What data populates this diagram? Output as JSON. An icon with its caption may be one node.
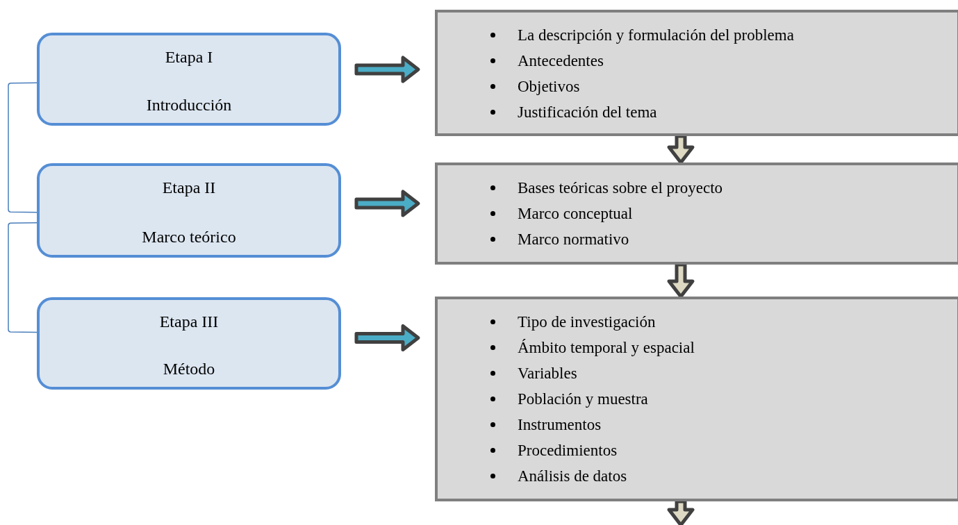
{
  "diagram": {
    "nodes": [
      {
        "text": [
          "Etapa I",
          "Introducción"
        ]
      },
      {
        "text": [
          "Etapa II",
          "Marco teórico"
        ]
      },
      {
        "text": [
          "Etapa III",
          "Método"
        ]
      },
      {
        "text": [
          "La descripción y formulación del problema",
          "Antecedentes",
          "Objetivos",
          "Justificación del tema"
        ]
      },
      {
        "text": [
          "Bases teóricas sobre el proyecto",
          "Marco conceptual",
          "Marco normativo"
        ]
      },
      {
        "text": [
          "Tipo de investigación",
          "Ámbito temporal y espacial",
          "Variables",
          "Población y muestra",
          "Instrumentos",
          "Procedimientos",
          "Análisis de datos"
        ]
      }
    ],
    "edges": [
      {
        "from": 0,
        "to": 3,
        "arrow": "to",
        "style": "thick",
        "color": "#4bacc6"
      },
      {
        "from": 1,
        "to": 4,
        "arrow": "to",
        "style": "thick",
        "color": "#4bacc6"
      },
      {
        "from": 2,
        "to": 5,
        "arrow": "to",
        "style": "thick",
        "color": "#4bacc6"
      },
      {
        "from": 3,
        "to": 4,
        "arrow": "to",
        "style": "thick",
        "color": "#ddd9c3"
      },
      {
        "from": 4,
        "to": 5,
        "arrow": "to",
        "style": "thick",
        "color": "#ddd9c3"
      },
      {
        "from": 5,
        "to": null,
        "arrow": "to",
        "style": "thick",
        "color": "#ddd9c3"
      },
      {
        "from": 0,
        "to": 1,
        "arrow": "none",
        "color": "#4a7ebb"
      },
      {
        "from": 1,
        "to": 2,
        "arrow": "none",
        "color": "#4a7ebb"
      }
    ]
  }
}
